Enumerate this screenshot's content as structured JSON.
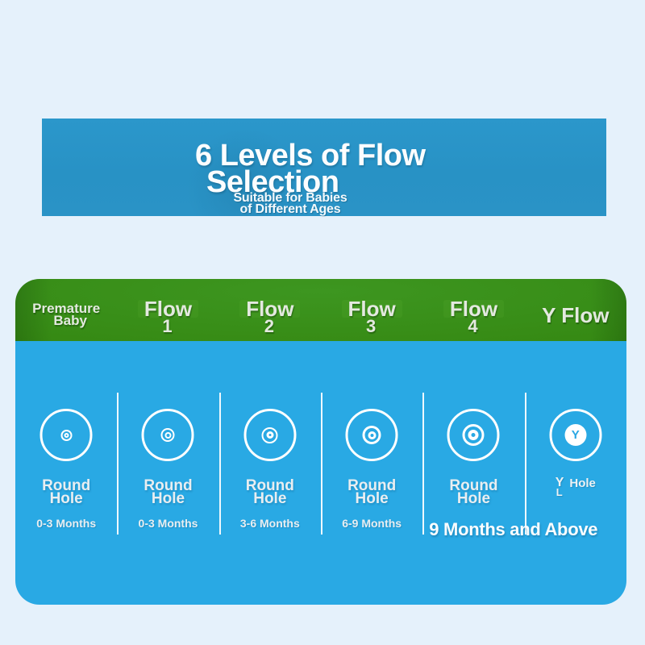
{
  "colors": {
    "page_bg": "#e5f1fb",
    "banner_bg": "#2a93c6",
    "header_green": "#368a14",
    "card_blue": "#29a9e4",
    "text_white": "#ffffff"
  },
  "banner": {
    "title_line1": "6 Levels of Flow",
    "title_line2": "Selection",
    "subtitle_line1": "Suitable for Babies",
    "subtitle_line2": "of Different Ages"
  },
  "card": {
    "header_columns": [
      {
        "line1": "Premature",
        "line2": "Baby"
      },
      {
        "line1": "Flow",
        "line2": "1"
      },
      {
        "line1": "Flow",
        "line2": "2"
      },
      {
        "line1": "Flow",
        "line2": "3"
      },
      {
        "line1": "Flow",
        "line2": "4"
      },
      {
        "line1": "Y Flow",
        "line2": ""
      }
    ],
    "columns": [
      {
        "hole_type": "round-hole",
        "label1": "Round",
        "label2": "Hole",
        "age": "0-3 Months",
        "ring": {
          "outer": 14,
          "outerBorder": 2,
          "inner": 6,
          "innerBorder": 2
        }
      },
      {
        "hole_type": "round-hole",
        "label1": "Round",
        "label2": "Hole",
        "age": "0-3 Months",
        "ring": {
          "outer": 17,
          "outerBorder": 2.5,
          "inner": 8,
          "innerBorder": 2.5
        }
      },
      {
        "hole_type": "round-hole",
        "label1": "Round",
        "label2": "Hole",
        "age": "3-6 Months",
        "ring": {
          "outer": 20,
          "outerBorder": 2.5,
          "inner": 9,
          "innerBorder": 3
        }
      },
      {
        "hole_type": "round-hole",
        "label1": "Round",
        "label2": "Hole",
        "age": "6-9 Months",
        "ring": {
          "outer": 23,
          "outerBorder": 3,
          "inner": 10,
          "innerBorder": 3
        }
      },
      {
        "hole_type": "round-hole",
        "label1": "Round",
        "label2": "Hole",
        "age": "",
        "ring": {
          "outer": 27,
          "outerBorder": 3.5,
          "inner": 13,
          "innerBorder": 4
        }
      },
      {
        "hole_type": "y-hole",
        "label_y": "Y",
        "label_hole": "Hole",
        "label_l": "L",
        "age": "",
        "y_glyph": "Y",
        "disc": 27
      }
    ],
    "age_span_label": "9 Months and Above"
  }
}
